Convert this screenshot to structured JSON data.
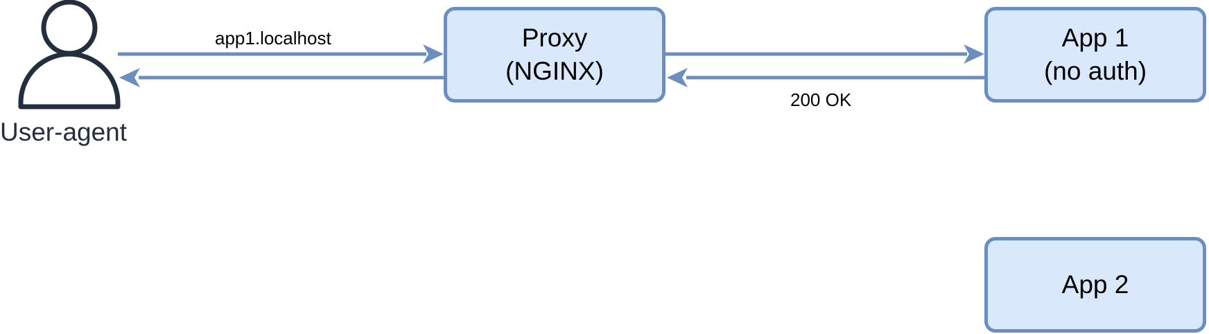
{
  "actor": {
    "label": "User-agent",
    "icon": "user-icon",
    "color": "#232f3e"
  },
  "nodes": {
    "proxy": {
      "line1": "Proxy",
      "line2": "(NGINX)"
    },
    "app1": {
      "line1": "App 1",
      "line2": "(no auth)"
    },
    "app2": {
      "line1": "App 2"
    }
  },
  "edges": {
    "request_label": "app1.localhost",
    "response_label": "200 OK"
  },
  "colors": {
    "node_fill": "#dae8fc",
    "node_stroke": "#6c8ebf",
    "edge": "#6c8ebf",
    "text": "#000000"
  }
}
